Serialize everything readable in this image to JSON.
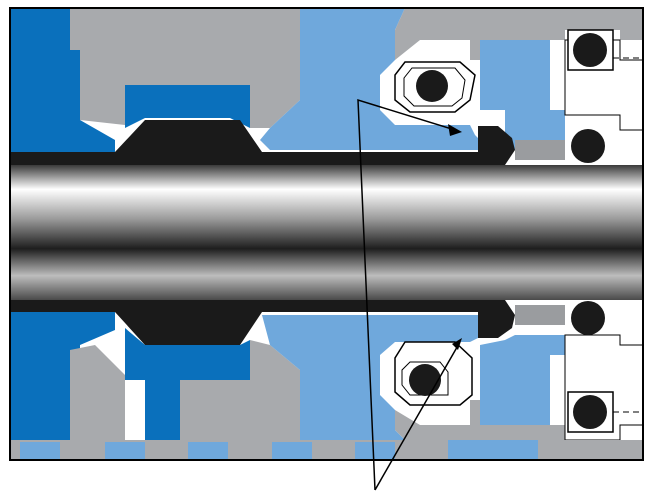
{
  "diagram": {
    "kind": "mechanical seal cross-section",
    "labels": [],
    "colors": {
      "frame": "#000000",
      "housing_gray": "#a8aaad",
      "dark_blue": "#0a70bc",
      "light_blue": "#6fa8dc",
      "elastomer_black": "#1a1a1a",
      "white": "#ffffff",
      "shaft_dark": "#2b2b2b",
      "shaft_light": "#f4f4f4"
    },
    "parts": [
      "shaft",
      "housing",
      "gland",
      "seal-face",
      "bellows",
      "o-ring-top",
      "o-ring-bottom",
      "o-ring-right-top",
      "o-ring-right-bottom",
      "leader-arrows"
    ]
  }
}
